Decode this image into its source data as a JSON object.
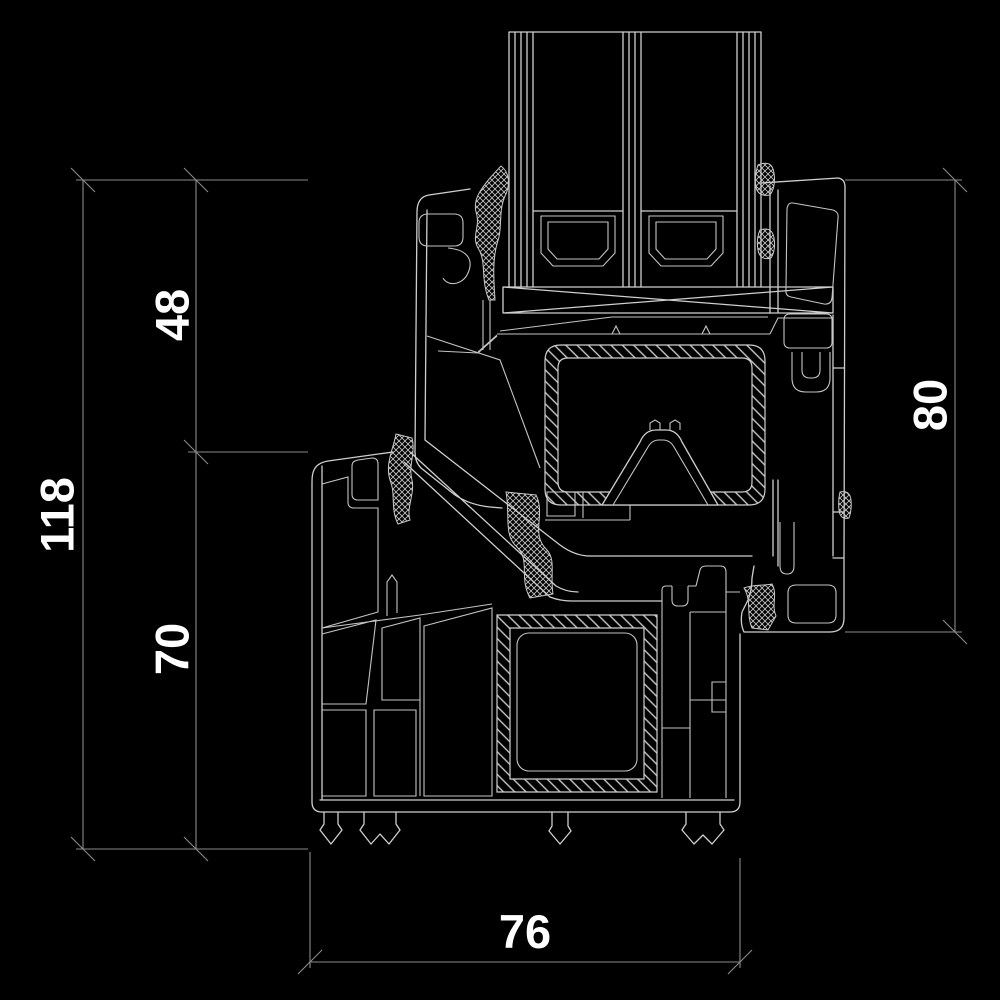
{
  "style": {
    "background": "#000000",
    "line_color": "#cfcfcf",
    "dim_line_color": "#8a8a8a",
    "text_color": "#ffffff"
  },
  "drawing": {
    "type": "CAD cross-section",
    "subject": "uPVC window frame and sash profile section with triple glazing"
  },
  "dimensions": {
    "left_total": {
      "label": "118"
    },
    "left_upper": {
      "label": "48"
    },
    "left_lower": {
      "label": "70"
    },
    "right_sash": {
      "label": "80"
    },
    "bottom_frame": {
      "label": "76"
    }
  }
}
